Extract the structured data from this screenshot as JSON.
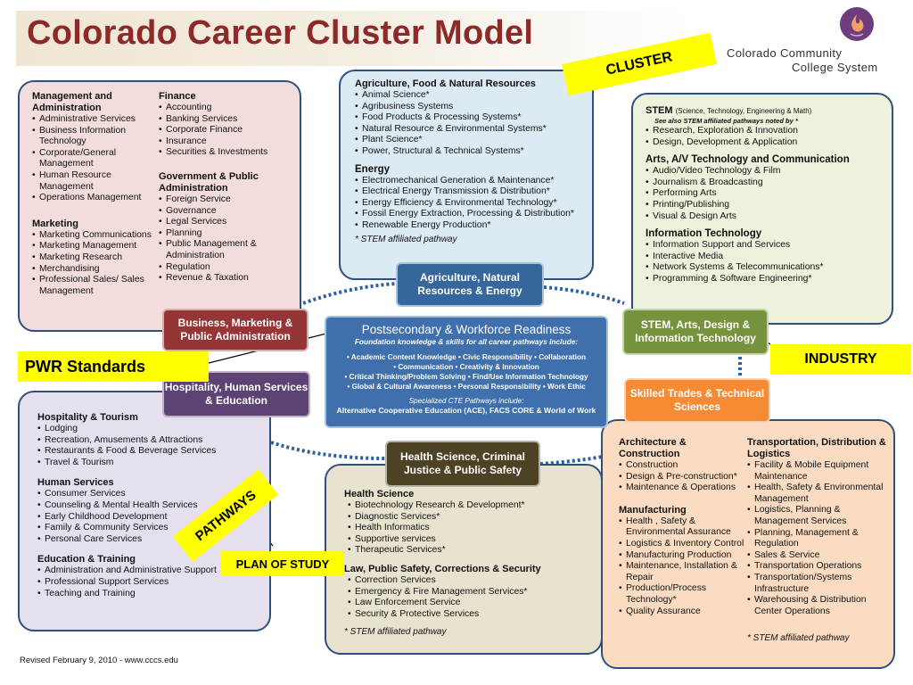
{
  "title": "Colorado Career Cluster Model",
  "logo": {
    "line1": "Colorado Community",
    "line2": "College System"
  },
  "labels": {
    "cluster": "CLUSTER",
    "pwr": "PWR Standards",
    "industry": "INDUSTRY",
    "pathways": "PATHWAYS",
    "plan": "PLAN OF STUDY"
  },
  "badges": {
    "agri": "Agriculture, Natural Resources & Energy",
    "business": "Business, Marketing & Public Administration",
    "hosp": "Hospitality, Human Services & Education",
    "stem": "STEM, Arts, Design & Information Technology",
    "trades": "Skilled Trades & Technical Sciences",
    "health": "Health Science, Criminal Justice & Public Safety"
  },
  "center": {
    "title": "Postsecondary & Workforce Readiness",
    "subtitle": "Foundation knowledge & skills for all career pathways include:",
    "line1": "• Academic Content Knowledge • Civic Responsibility • Collaboration",
    "line2": "• Communication • Creativity & Innovation",
    "line3": "• Critical Thinking/Problem Solving • Find/Use Information Technology",
    "line4": "• Global & Cultural Awareness • Personal Responsibility • Work Ethic",
    "spec": "Specialized CTE Pathways include:",
    "foot": "Alternative Cooperative Education (ACE), FACS CORE & World of Work"
  },
  "business": {
    "col1": [
      {
        "heading": "Management and Administration",
        "items": [
          "Administrative Services",
          "Business Information Technology",
          "Corporate/General Management",
          "Human Resource Management",
          "Operations Management"
        ]
      },
      {
        "heading": "Marketing",
        "items": [
          "Marketing Communications",
          "Marketing Management",
          "Marketing Research",
          "Merchandising",
          "Professional Sales/ Sales Management"
        ]
      }
    ],
    "col2": [
      {
        "heading": "Finance",
        "items": [
          "Accounting",
          "Banking Services",
          "Corporate Finance",
          "Insurance",
          "Securities & Investments"
        ]
      },
      {
        "heading": "Government & Public Administration",
        "items": [
          "Foreign Service",
          "Governance",
          "Legal Services",
          "Planning",
          "Public Management & Administration",
          "Regulation",
          "Revenue & Taxation"
        ]
      }
    ]
  },
  "agri": {
    "sections": [
      {
        "heading": "Agriculture, Food & Natural Resources",
        "items": [
          "Animal Science*",
          "Agribusiness Systems",
          "Food Products & Processing Systems*",
          "Natural Resource & Environmental Systems*",
          "Plant Science*",
          "Power, Structural & Technical Systems*"
        ]
      },
      {
        "heading": "Energy",
        "items": [
          "Electromechanical Generation & Maintenance*",
          "Electrical Energy Transmission & Distribution*",
          "Energy Efficiency & Environmental Technology*",
          "Fossil Energy Extraction, Processing & Distribution*",
          "Renewable Energy Production*"
        ]
      }
    ],
    "note": "* STEM affiliated pathway"
  },
  "stem": {
    "stem_heading": "STEM",
    "stem_heading_sub": "(Science, Technology, Engineering & Math)",
    "stem_note": "See also STEM affiliated pathways noted by *",
    "stem_items": [
      "Research, Exploration & Innovation",
      "Design, Development & Application"
    ],
    "sections": [
      {
        "heading": "Arts, A/V Technology and Communication",
        "items": [
          "Audio/Video Technology & Film",
          "Journalism & Broadcasting",
          "Performing Arts",
          "Printing/Publishing",
          "Visual & Design Arts"
        ]
      },
      {
        "heading": "Information Technology",
        "items": [
          "Information Support and Services",
          "Interactive Media",
          "Network Systems & Telecommunications*",
          "Programming & Software Engineering*"
        ]
      }
    ]
  },
  "hosp": {
    "sections": [
      {
        "heading": "Hospitality & Tourism",
        "items": [
          "Lodging",
          "Recreation, Amusements & Attractions",
          "Restaurants & Food & Beverage Services",
          "Travel & Tourism"
        ]
      },
      {
        "heading": "Human Services",
        "items": [
          "Consumer Services",
          "Counseling & Mental Health Services",
          "Early Childhood Development",
          "Family & Community Services",
          "Personal Care Services"
        ]
      },
      {
        "heading": "Education & Training",
        "items": [
          "Administration and Administrative Support",
          "Professional Support Services",
          "Teaching and Training"
        ]
      }
    ]
  },
  "health": {
    "sections": [
      {
        "heading": "Health Science",
        "items": [
          "Biotechnology Research & Development*",
          "Diagnostic Services*",
          "Health Informatics",
          "Supportive services",
          "Therapeutic Services*"
        ]
      },
      {
        "heading": "Law, Public Safety, Corrections & Security",
        "items": [
          "Correction Services",
          "Emergency & Fire Management Services*",
          "Law Enforcement Service",
          "Security & Protective Services"
        ]
      }
    ],
    "note": "* STEM affiliated pathway"
  },
  "trades": {
    "col1": [
      {
        "heading": "Architecture & Construction",
        "items": [
          "Construction",
          "Design & Pre-construction*",
          "Maintenance & Operations"
        ]
      },
      {
        "heading": "Manufacturing",
        "items": [
          "Health , Safety & Environmental Assurance",
          "Logistics & Inventory Control",
          "Manufacturing Production",
          "Maintenance, Installation & Repair",
          "Production/Process Technology*",
          "Quality Assurance"
        ]
      }
    ],
    "col2": [
      {
        "heading": "Transportation, Distribution & Logistics",
        "items": [
          "Facility & Mobile Equipment Maintenance",
          "Health, Safety & Environmental Management",
          "Logistics, Planning & Management Services",
          "Planning, Management & Regulation",
          "Sales & Service",
          "Transportation Operations",
          "Transportation/Systems Infrastructure",
          "Warehousing & Distribution Center Operations"
        ]
      }
    ],
    "note": "* STEM affiliated pathway"
  },
  "footer": "Revised February 9, 2010 - www.cccs.edu",
  "colors": {
    "title": "#8c2a2a",
    "agri_badge": "#35679d",
    "business_badge": "#963536",
    "hosp_badge": "#5c4374",
    "stem_badge": "#76923c",
    "trades_badge": "#f68b34",
    "health_badge": "#4d4224",
    "highlight": "#ffff00"
  }
}
